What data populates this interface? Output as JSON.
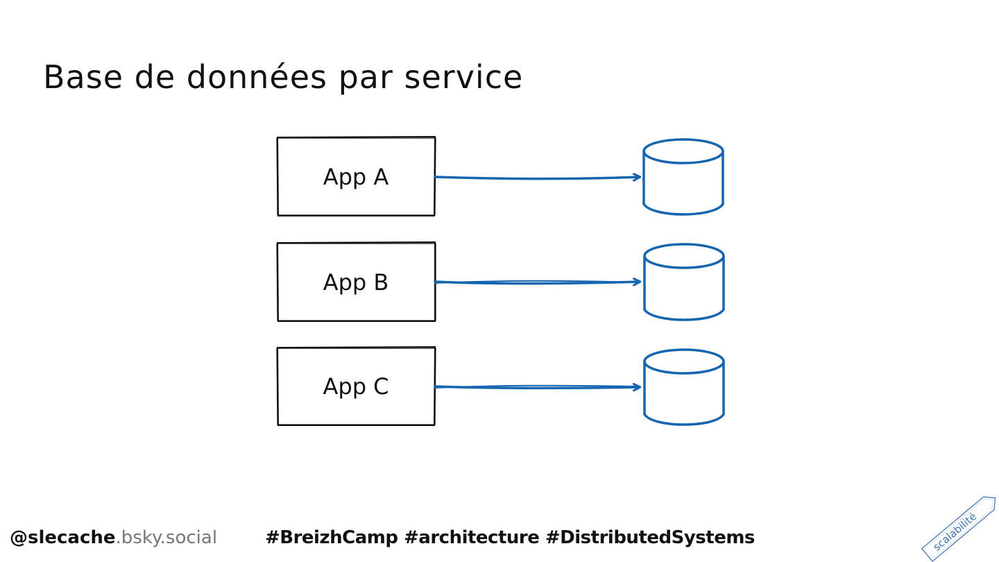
{
  "title": "Base de données par service",
  "apps": [
    {
      "label": "App A"
    },
    {
      "label": "App B"
    },
    {
      "label": "App C"
    }
  ],
  "colors": {
    "arrow": "#1565b0",
    "database": "#1565b0",
    "box_stroke": "#111111",
    "text": "#111111",
    "muted": "#777777"
  },
  "footer": {
    "handle": "@slecache",
    "handle_domain": ".bsky.social",
    "tags": "#BreizhCamp #architecture #DistributedSystems"
  },
  "badge": {
    "label": "scalabilité"
  }
}
